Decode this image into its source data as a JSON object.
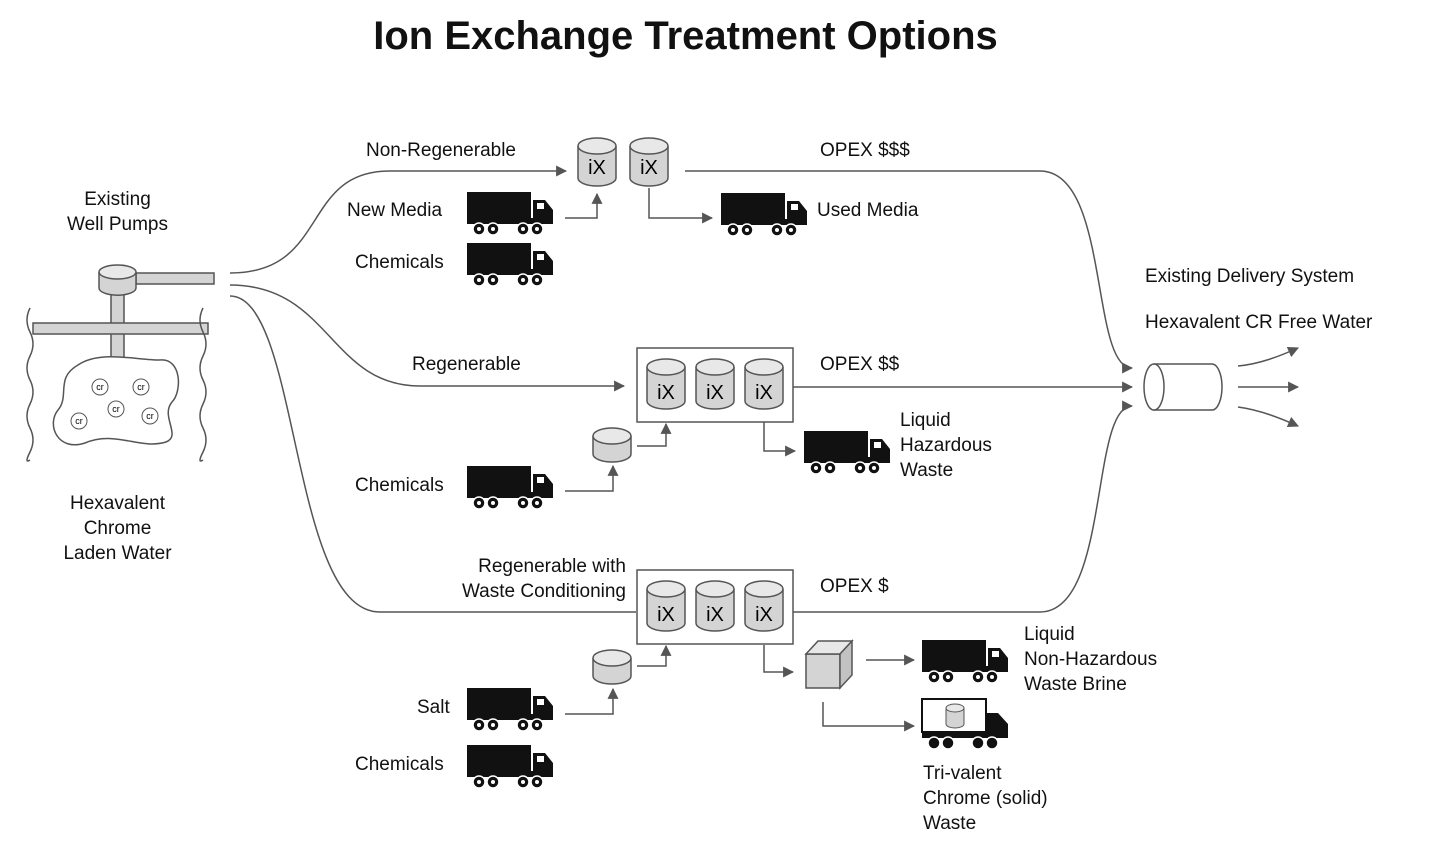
{
  "title": "Ion Exchange Treatment Options",
  "source": {
    "pumps_label": [
      "Existing",
      "Well Pumps"
    ],
    "water_label": [
      "Hexavalent",
      "Chrome",
      "Laden Water"
    ],
    "particle_label": "cr"
  },
  "vessel_label": "iX",
  "branches": {
    "non_regenerable": {
      "label": "Non-Regenerable",
      "opex": "OPEX $$$",
      "inputs": [
        "New Media",
        "Chemicals"
      ],
      "output": "Used Media"
    },
    "regenerable": {
      "label": "Regenerable",
      "opex": "OPEX $$",
      "inputs": [
        "Chemicals"
      ],
      "output": [
        "Liquid",
        "Hazardous",
        "Waste"
      ]
    },
    "waste_conditioning": {
      "label": [
        "Regenerable with",
        "Waste Conditioning"
      ],
      "opex": "OPEX $",
      "inputs": [
        "Salt",
        "Chemicals"
      ],
      "output_brine": [
        "Liquid",
        "Non-Hazardous",
        "Waste Brine"
      ],
      "output_solid": [
        "Tri-valent",
        "Chrome (solid)",
        "Waste"
      ]
    }
  },
  "delivery": {
    "line1": "Existing Delivery System",
    "line2": "Hexavalent CR Free Water"
  },
  "colors": {
    "line": "#555555",
    "fill": "#d4d4d4",
    "truck": "#111111"
  }
}
